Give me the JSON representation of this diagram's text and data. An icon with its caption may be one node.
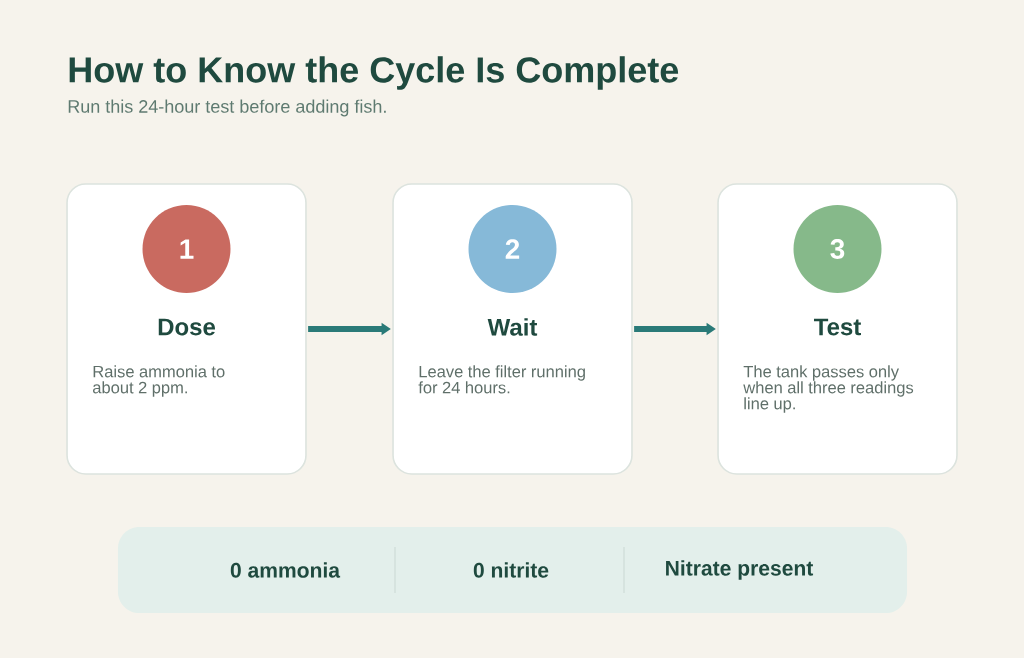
{
  "diagram": {
    "title": "How to Know the Cycle Is Complete",
    "nodes": [
      {
        "text": [
          "Dose",
          "Raise ammonia to about 2 ppm."
        ]
      },
      {
        "text": [
          "1"
        ],
        "in": 0
      },
      {
        "text": [
          "Wait",
          "Leave the filter running for 24 hours."
        ]
      },
      {
        "text": [
          "2"
        ],
        "in": 2
      },
      {
        "text": [
          "Test",
          "The tank passes only when all three readings line up."
        ]
      },
      {
        "text": [
          "3"
        ],
        "in": 4
      },
      {
        "text": [
          "0 ammonia",
          "0 nitrite",
          "Nitrate present"
        ]
      }
    ],
    "edges": [
      {
        "from": 0,
        "to": 2,
        "arrow": "to"
      },
      {
        "from": 2,
        "to": 4,
        "arrow": "to"
      }
    ],
    "labels": [
      "Run this 24-hour test before adding fish."
    ]
  }
}
